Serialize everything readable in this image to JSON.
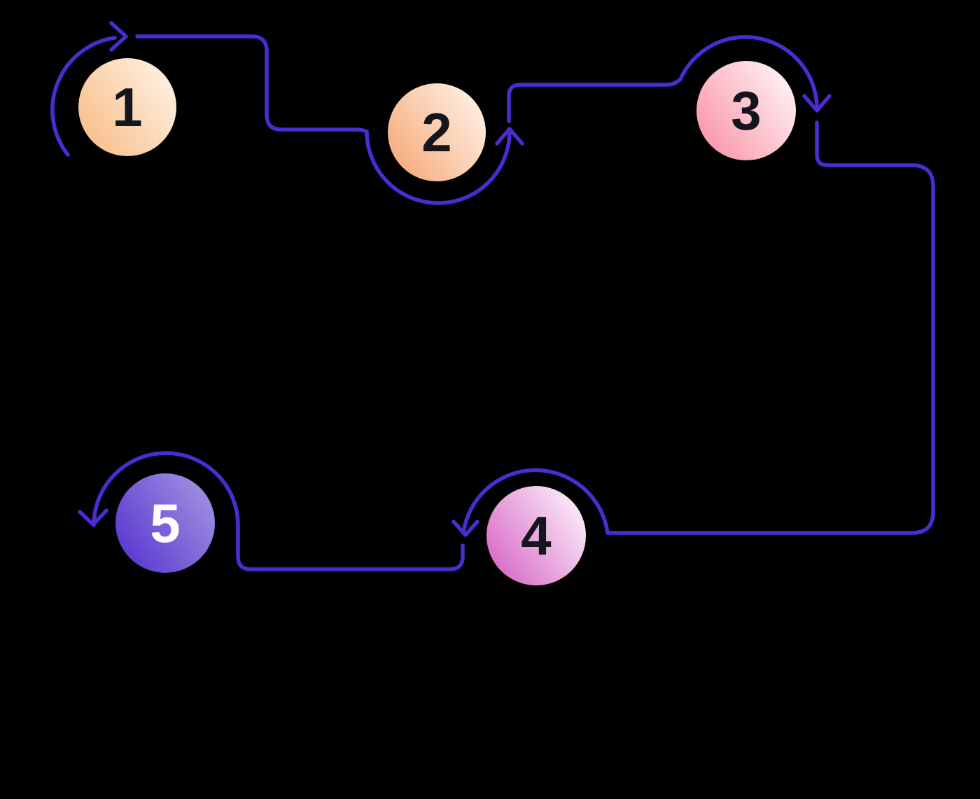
{
  "diagram": {
    "background_color": "#000000",
    "connector_color": "#4C2BD1",
    "steps": [
      {
        "number": "1",
        "gradient_from": "#F9BC87",
        "gradient_to": "#FEF3E5",
        "number_color": "#15151D"
      },
      {
        "number": "2",
        "gradient_from": "#F7A877",
        "gradient_to": "#FEF3E8",
        "number_color": "#15151D"
      },
      {
        "number": "3",
        "gradient_from": "#FA92A8",
        "gradient_to": "#FFF6F6",
        "number_color": "#15151D"
      },
      {
        "number": "4",
        "gradient_from": "#D664C4",
        "gradient_to": "#FDF3FB",
        "number_color": "#15151D"
      },
      {
        "number": "5",
        "gradient_from": "#5634CE",
        "gradient_to": "#A394E2",
        "number_color": "#FFFFFF"
      }
    ]
  }
}
